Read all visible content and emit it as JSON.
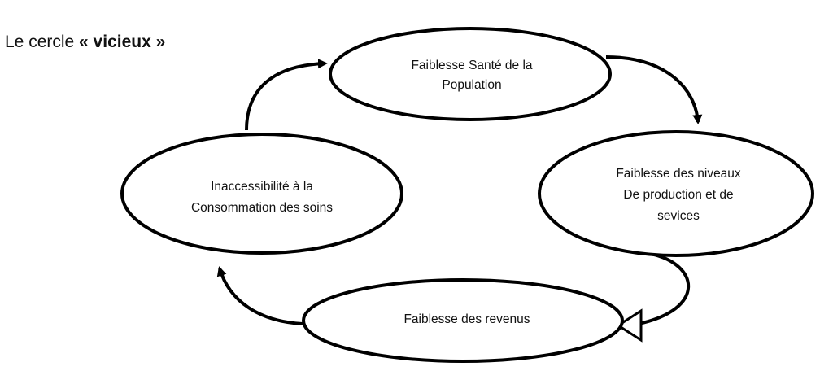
{
  "title": {
    "prefix": "Le cercle ",
    "emphasis": "« vicieux »"
  },
  "nodes": {
    "sante": {
      "lines": [
        "Faiblesse Santé de la",
        "Population"
      ]
    },
    "production": {
      "lines": [
        "Faiblesse des niveaux",
        "De production et de",
        "sevices"
      ]
    },
    "revenus": {
      "lines": [
        "Faiblesse des revenus"
      ]
    },
    "soins": {
      "lines": [
        "Inaccessibilité à la",
        "Consommation des soins"
      ]
    }
  }
}
